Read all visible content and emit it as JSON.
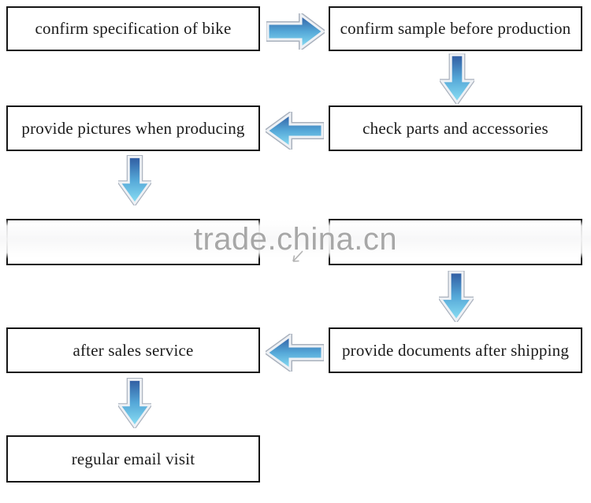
{
  "flow": {
    "boxes": [
      {
        "id": "confirm-specification",
        "label": "confirm specification of bike"
      },
      {
        "id": "confirm-sample",
        "label": "confirm sample before production"
      },
      {
        "id": "check-parts",
        "label": "check parts and accessories"
      },
      {
        "id": "provide-pictures",
        "label": "provide pictures when producing"
      },
      {
        "id": "hidden-left",
        "label": ""
      },
      {
        "id": "hidden-right",
        "label": ""
      },
      {
        "id": "provide-documents",
        "label": "provide documents after shipping"
      },
      {
        "id": "after-sales",
        "label": "after sales service"
      },
      {
        "id": "regular-email",
        "label": "regular email visit"
      }
    ],
    "arrows": [
      {
        "from": "confirm-specification",
        "to": "confirm-sample",
        "direction": "right"
      },
      {
        "from": "confirm-sample",
        "to": "check-parts",
        "direction": "down"
      },
      {
        "from": "check-parts",
        "to": "provide-pictures",
        "direction": "left"
      },
      {
        "from": "provide-pictures",
        "to": "hidden-left",
        "direction": "down"
      },
      {
        "from": "hidden-right",
        "to": "provide-documents",
        "direction": "down"
      },
      {
        "from": "provide-documents",
        "to": "after-sales",
        "direction": "left"
      },
      {
        "from": "after-sales",
        "to": "regular-email",
        "direction": "down"
      }
    ],
    "watermark": {
      "text": "trade.china.cn",
      "color": "#a7a7a7"
    },
    "colors": {
      "box_border": "#151515",
      "box_text": "#1b1b1b",
      "arrow_gradient_top": "#2f5ba1",
      "arrow_gradient_mid": "#55a8d8",
      "arrow_gradient_bottom": "#8ce0f4",
      "arrow_outline": "#a9b1bd"
    }
  }
}
